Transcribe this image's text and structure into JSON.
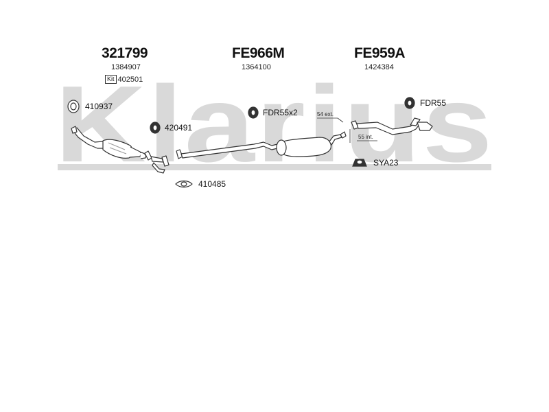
{
  "watermark": {
    "text": "Klarius",
    "color": "#d9d9d9"
  },
  "sections": [
    {
      "part_number": "321799",
      "oe_number": "1384907",
      "kit_badge": "Kit",
      "kit_number": "402501"
    },
    {
      "part_number": "FE966M",
      "oe_number": "1364100"
    },
    {
      "part_number": "FE959A",
      "oe_number": "1424384"
    }
  ],
  "components": {
    "gasket_ring": "410937",
    "bracket_front": "420491",
    "gasket_flange": "410485",
    "hanger_mid": "FDR55x2",
    "hanger_rear": "FDR55",
    "clamp": "SYA23"
  },
  "dimensions": {
    "ext": "54 ext.",
    "int": "55 int."
  },
  "colors": {
    "line": "#333333",
    "part_fill": "#ffffff",
    "shade": "#9a9a9a"
  }
}
